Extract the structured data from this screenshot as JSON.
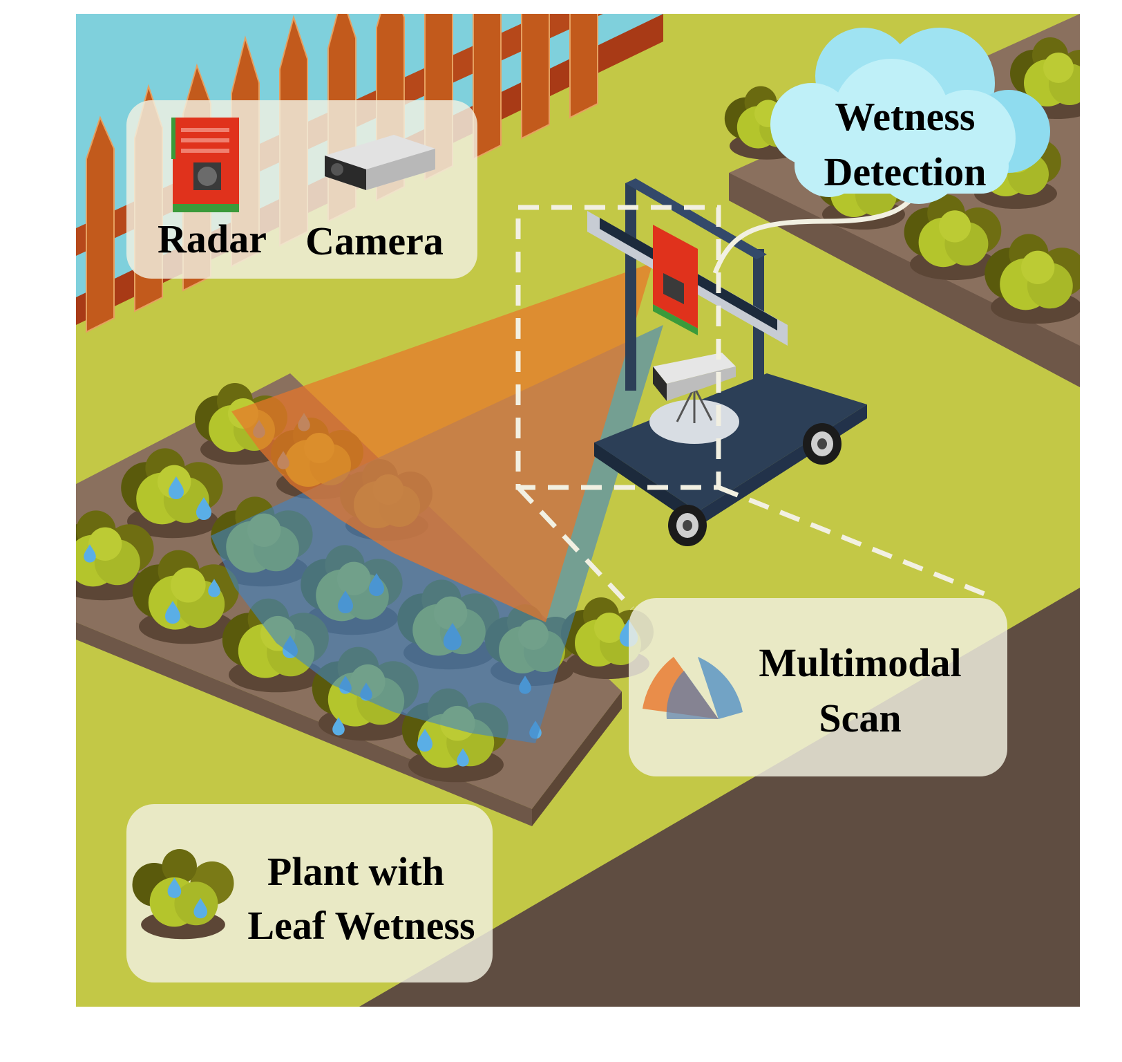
{
  "labels": {
    "radar": "Radar",
    "camera": "Camera",
    "wetness_line1": "Wetness",
    "wetness_line2": "Detection",
    "scan_line1": "Multimodal",
    "scan_line2": "Scan",
    "plant_line1": "Plant with",
    "plant_line2": "Leaf Wetness"
  },
  "colors": {
    "sky": "#7fd0dc",
    "grass": "#c3c846",
    "path": "#5f4d41",
    "fence": "#c25a1c",
    "radar_beam": "#e8762a",
    "camera_beam": "#3f84c4",
    "cart": "#2c3f57",
    "leaf_light": "#b4c52c",
    "leaf_dark": "#5a5a0c",
    "droplet": "#5aaee6",
    "soil_bed": "#8a705e",
    "cloud": "#bff0f8",
    "panel": "#f2f0e2"
  },
  "icons": {
    "radar": "radar-board-icon",
    "camera": "depth-camera-icon",
    "cloud": "cloud-icon",
    "scan": "scan-fan-icon",
    "plant": "wet-plant-icon"
  }
}
